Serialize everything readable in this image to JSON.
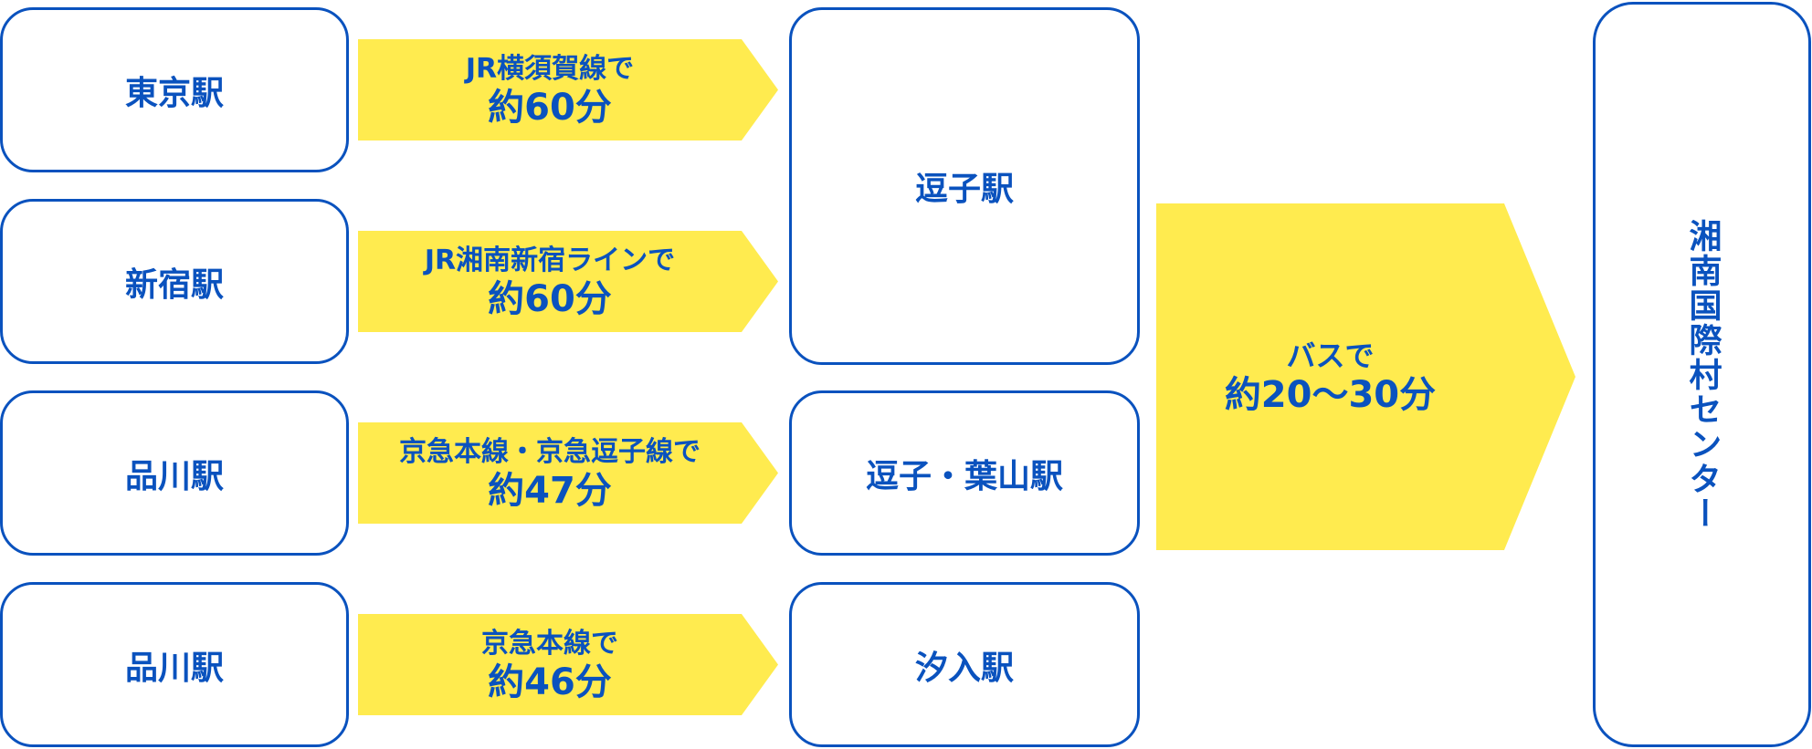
{
  "colors": {
    "accent_blue": "#0A52BE",
    "arrow_yellow": "#FFEB4F",
    "background": "#FFFFFF"
  },
  "origins": [
    {
      "label": "東京駅"
    },
    {
      "label": "新宿駅"
    },
    {
      "label": "品川駅"
    },
    {
      "label": "品川駅"
    }
  ],
  "routes": [
    {
      "line": "JR横須賀線で",
      "duration": "約60分"
    },
    {
      "line": "JR湘南新宿ラインで",
      "duration": "約60分"
    },
    {
      "line": "京急本線・京急逗子線で",
      "duration": "約47分"
    },
    {
      "line": "京急本線で",
      "duration": "約46分"
    }
  ],
  "transfer_stations": [
    {
      "label": "逗子駅"
    },
    {
      "label": "逗子・葉山駅"
    },
    {
      "label": "汐入駅"
    }
  ],
  "bus": {
    "line": "バスで",
    "duration": "約20〜30分"
  },
  "destination": {
    "label": "湘南国際村センター"
  }
}
